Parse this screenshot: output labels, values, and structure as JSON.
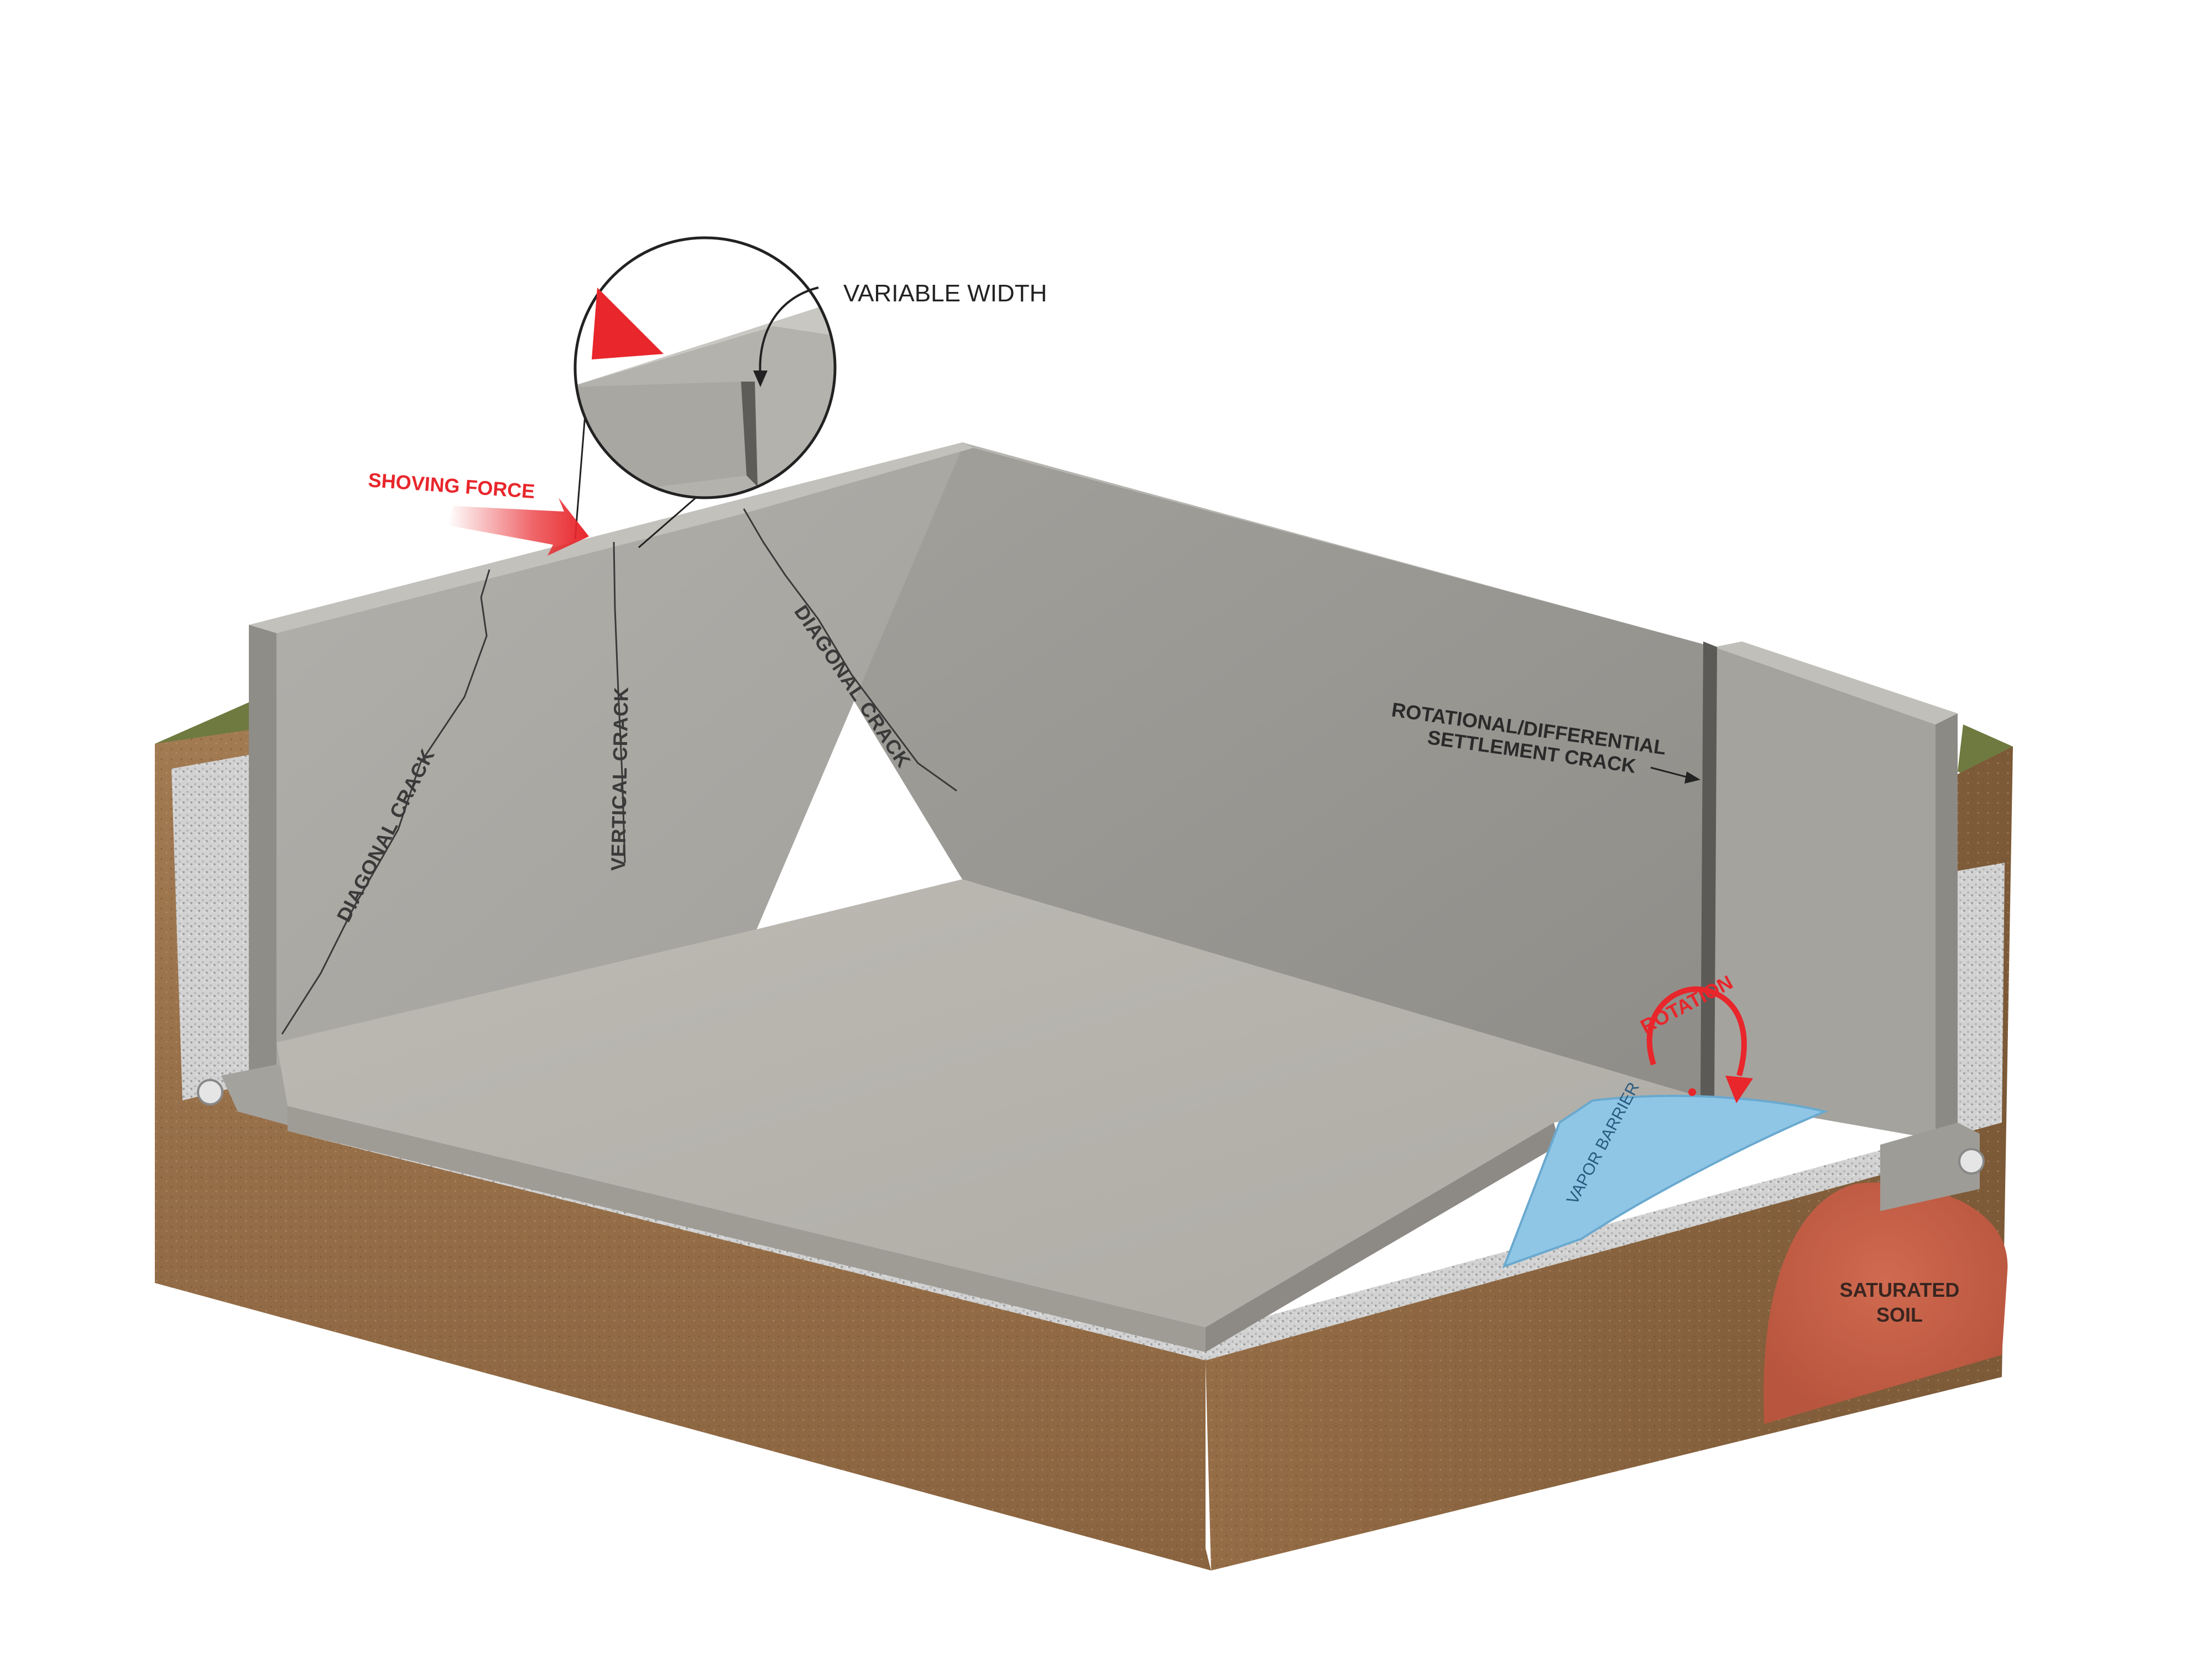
{
  "labels": {
    "variable_width": "VARIABLE WIDTH",
    "shoving_force": "SHOVING FORCE",
    "diagonal_crack_left": "DIAGONAL CRACK",
    "vertical_crack": "VERTICAL CRACK",
    "diagonal_crack_right": "DIAGONAL CRACK",
    "rotational_line1": "ROTATIONAL/DIFFERENTIAL",
    "rotational_line2": "SETTLEMENT CRACK",
    "rotation": "ROTATION",
    "vapor_barrier": "VAPOR BARRIER",
    "saturated_line1": "SATURATED",
    "saturated_line2": "SOIL"
  },
  "colors": {
    "soil": "#a07850",
    "soil_dark": "#7e5a38",
    "grass": "#6f7a40",
    "concrete_wall": "#a9a7a2",
    "concrete_back": "#9a9893",
    "concrete_floor": "#bab7b1",
    "gravel": "#cfcfcf",
    "vapor_barrier": "#8fc6e6",
    "saturated_soil": "#c8624a",
    "accent_red": "#e8262b"
  }
}
